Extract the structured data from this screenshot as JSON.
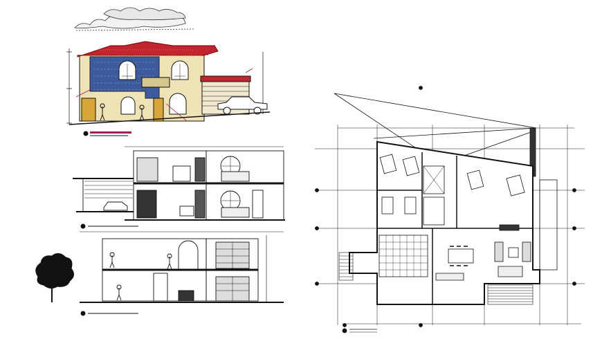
{
  "drawing": {
    "views": [
      "front-elevation",
      "longitudinal-section",
      "cross-section",
      "ground-floor-plan"
    ],
    "colors": {
      "line": "#111111",
      "roof_tile": "#c0262c",
      "stone": "#3d5a9c",
      "wall": "#e9d9a8",
      "annotation": "#a0205a",
      "tree": "#111111"
    }
  }
}
